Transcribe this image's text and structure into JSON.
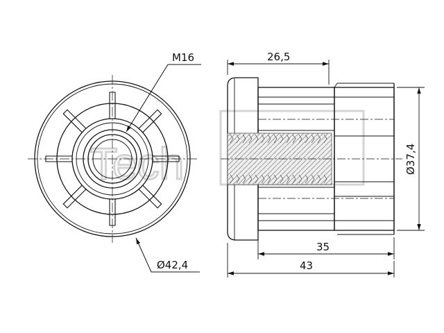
{
  "colors": {
    "line": "#111111",
    "watermark": "#d4d4d4",
    "thread": "#cfcfcf"
  },
  "dimensions": {
    "thread": "M16",
    "front_diameter": "Ø42,4",
    "top_length": "26,5",
    "side_diameter": "Ø37,4",
    "inner_length": "35",
    "total_length": "43"
  },
  "watermark": {
    "text": "Tech"
  }
}
